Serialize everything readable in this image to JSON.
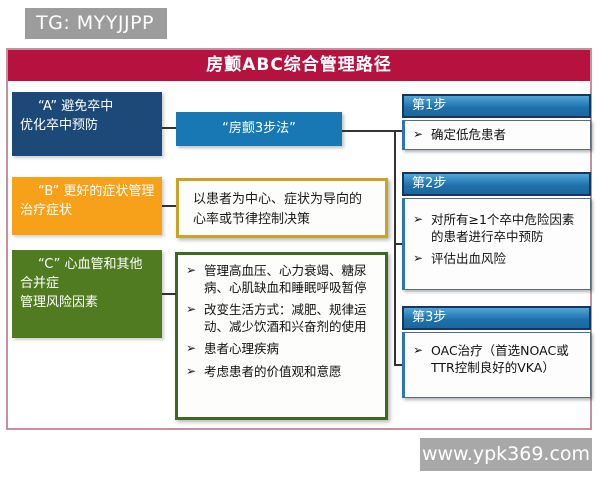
{
  "overlay": {
    "tg_label": "TG: MYYJJPP",
    "site_watermark": "www.ypk369.com"
  },
  "diagram": {
    "title": "房颤ABC综合管理路径",
    "bullet": "➢",
    "pillars": [
      {
        "id": "A",
        "lines": [
          "“A” 避免卒中",
          "优化卒中预防"
        ],
        "color": "#1c4977"
      },
      {
        "id": "B",
        "lines": [
          "“B” 更好的症状管理",
          "治疗症状"
        ],
        "color": "#f7a11b"
      },
      {
        "id": "C",
        "lines": [
          "“C” 心血管和其他",
          "合并症",
          "管理风险因素"
        ],
        "color": "#507b20"
      }
    ],
    "middle": {
      "three_step_box": "“房颤3步法”",
      "rate_rhythm_box": "以患者为中心、症状为导向的心率或节律控制决策",
      "comorbidity_items": [
        "管理高血压、心力衰竭、糖尿病、心肌缺血和睡眠呼吸暂停",
        "改变生活方式：减肥、规律运动、减少饮酒和兴奋剂的使用",
        "患者心理疾病",
        "考虑患者的价值观和意愿"
      ]
    },
    "steps": [
      {
        "header": "第1步",
        "items": [
          "确定低危患者"
        ]
      },
      {
        "header": "第2步",
        "items": [
          "对所有≥1个卒中危险因素的患者进行卒中预防",
          "评估出血风险"
        ]
      },
      {
        "header": "第3步",
        "items": [
          "OAC治疗（首选NOAC或TTR控制良好的VKA）"
        ]
      }
    ],
    "colors": {
      "title_bg": "#b5123f",
      "outer_border": "#c6919f",
      "pillar_a": "#1c4977",
      "pillar_b": "#f7a11b",
      "pillar_c": "#507b20",
      "three_step_blue": "#1878b4",
      "gold_border": "#c9a227",
      "green_border": "#3c6b1f",
      "step_header_blue": "#1e6fa9",
      "step_box_accent": "#2e75b5",
      "connector": "#333333",
      "watermark_gray": "#a8a8a8"
    }
  }
}
